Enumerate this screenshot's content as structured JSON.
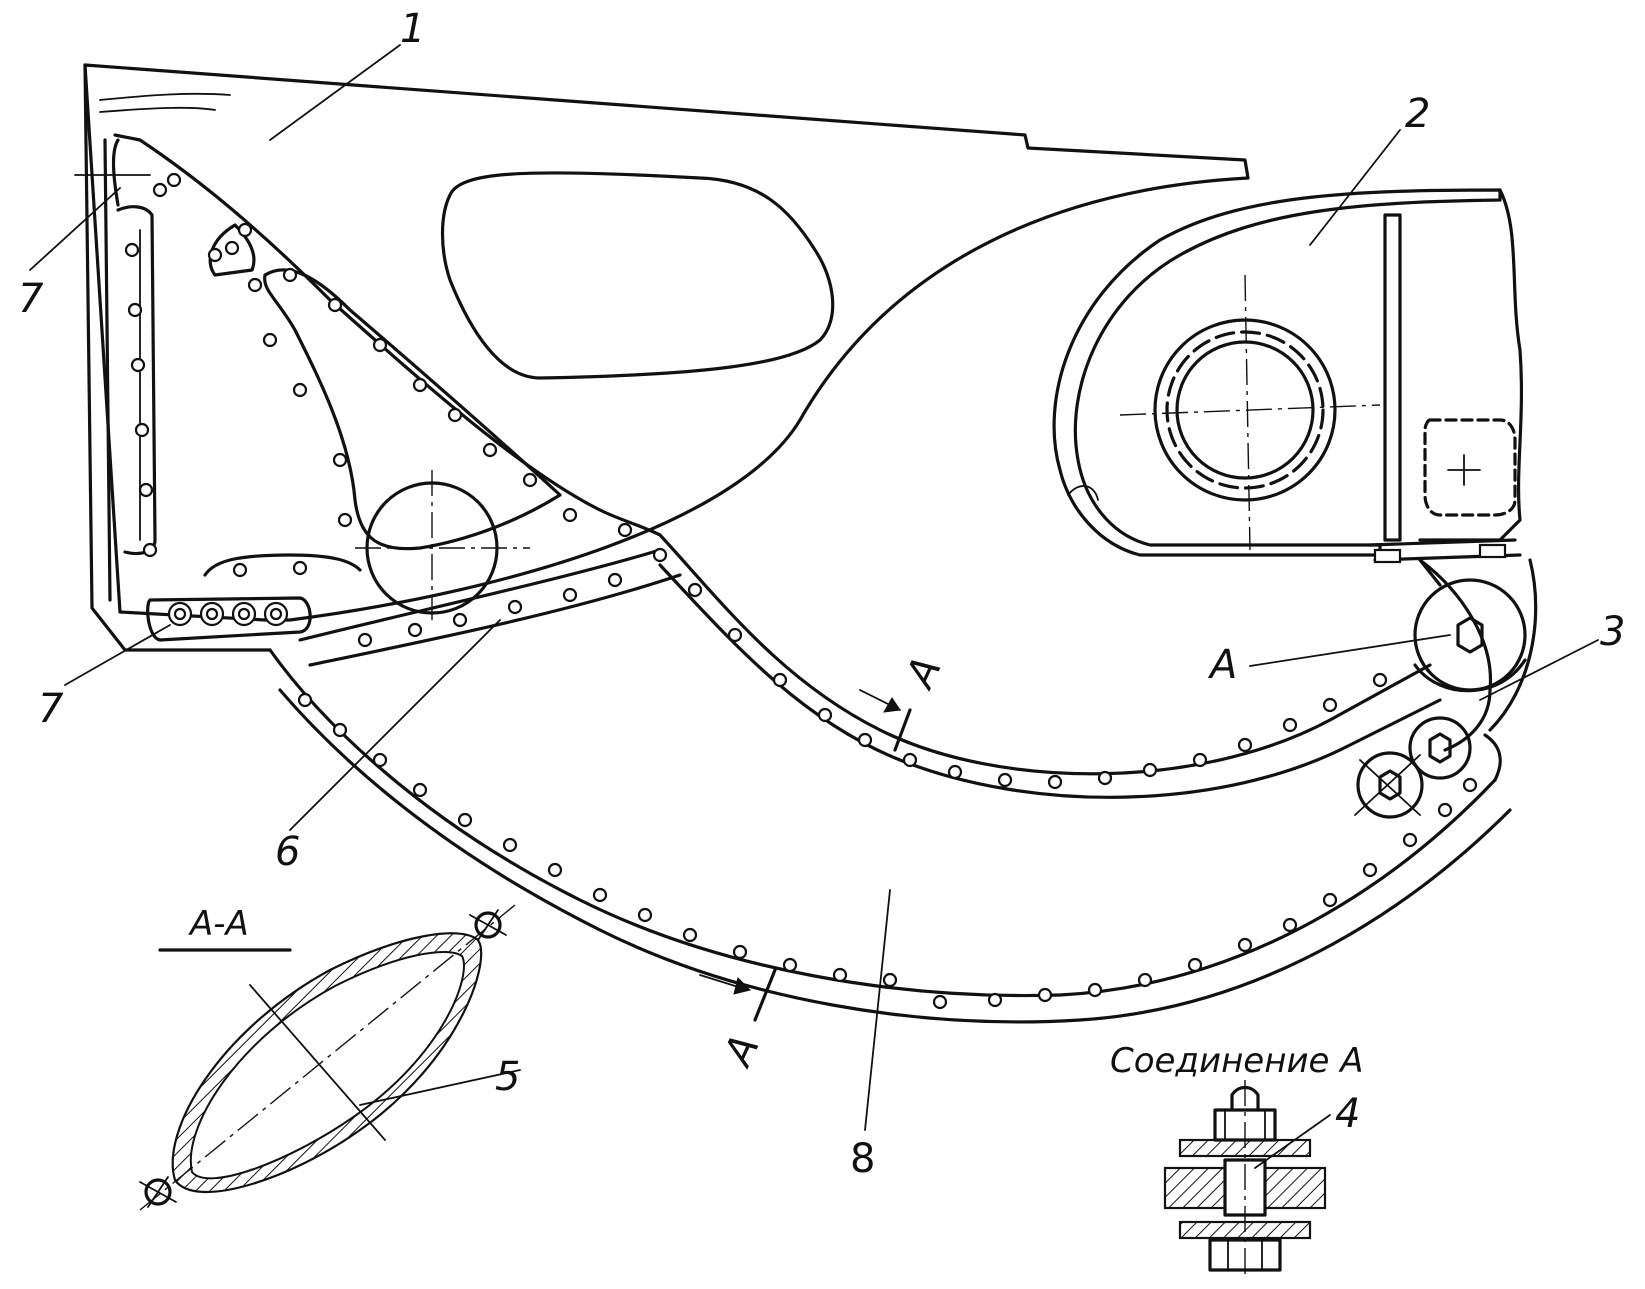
{
  "labels": {
    "part_1": "1",
    "part_2": "2",
    "part_3": "3",
    "part_4": "4",
    "part_5": "5",
    "part_6": "6",
    "part_7_top": "7",
    "part_7_bottom": "7",
    "part_8": "8",
    "joint_a": "A",
    "section_mark_upper": "A",
    "section_mark_lower": "A"
  },
  "captions": {
    "section_view": "A-A",
    "joint_detail": "Соединение А"
  },
  "colors": {
    "ink": "#111111",
    "paper": "#ffffff"
  }
}
